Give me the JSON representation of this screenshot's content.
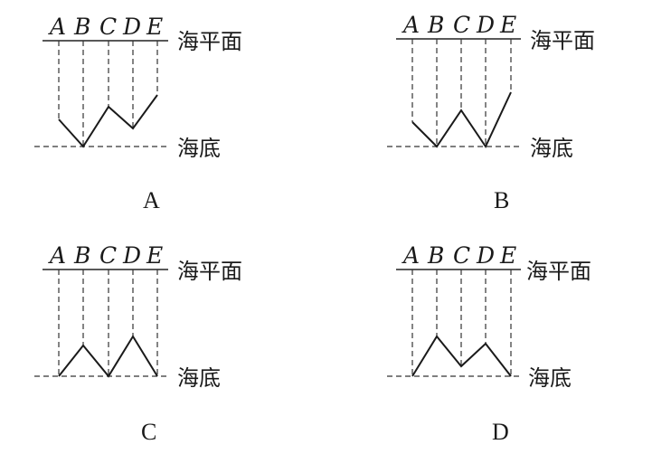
{
  "surface_label": "海平面",
  "bottom_label": "海底",
  "point_labels": [
    "A",
    "B",
    "C",
    "D",
    "E"
  ],
  "panels": [
    {
      "option": "A",
      "profile_shape": "valley-B, peak-C, valley-D"
    },
    {
      "option": "B",
      "profile_shape": "valley-B, peak-C, valley-D (deeper)"
    },
    {
      "option": "C",
      "profile_shape": "peak-B, valley-C, peak-D (from seafloor)"
    },
    {
      "option": "D",
      "profile_shape": "peak-B, valley-C, peak-D (lower)"
    }
  ]
}
